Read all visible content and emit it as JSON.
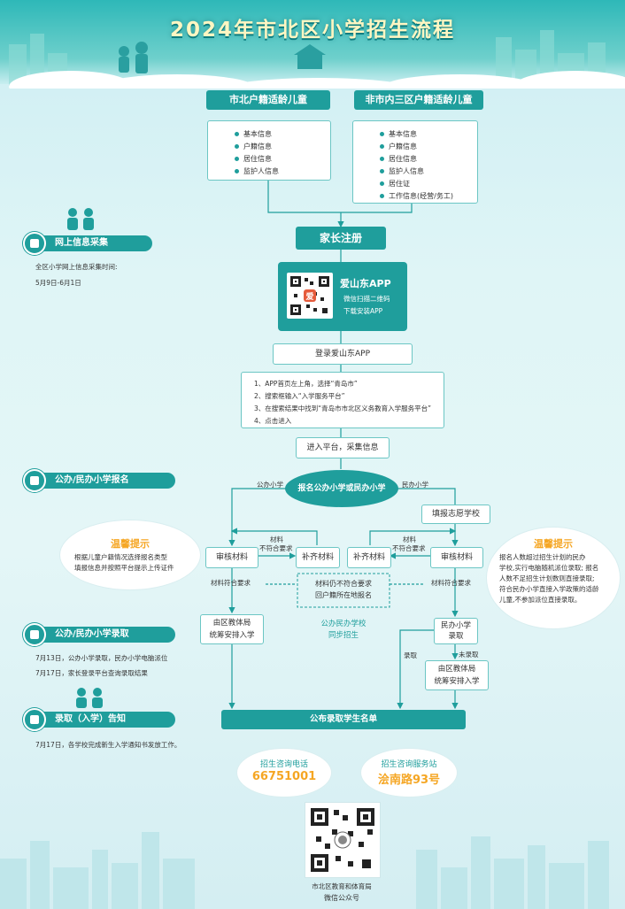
{
  "title": "2024年市北区小学招生流程",
  "groups": {
    "local": {
      "label": "市北户籍适龄儿童",
      "items": [
        "基本信息",
        "户籍信息",
        "居住信息",
        "监护人信息"
      ]
    },
    "nonlocal": {
      "label": "非市内三区户籍适龄儿童",
      "items": [
        "基本信息",
        "户籍信息",
        "居住信息",
        "监护人信息",
        "居住证",
        "工作信息(经营/务工)"
      ]
    }
  },
  "parent_register": "家长注册",
  "app": {
    "name": "爱山东APP",
    "line1": "微信扫描二维码",
    "line2": "下载安装APP",
    "qr_badge": "爱"
  },
  "login": "登录爱山东APP",
  "steps": [
    "1、APP首页左上角，选择“青岛市”",
    "2、搜索框输入“入学服务平台”",
    "3、在搜索结果中找到“青岛市市北区义务教育入学服务平台”",
    "4、点击进入"
  ],
  "enter_platform": "进入平台，采集信息",
  "choose": "报名公办小学或民办小学",
  "public_label": "公办小学",
  "private_label": "民办小学",
  "fill_private": "填报志愿学校",
  "review_left": "审核材料",
  "supplement_left": "补齐材料",
  "supplement_right": "补齐材料",
  "review_right": "审核材料",
  "mat_not_ok_l1": "材料",
  "mat_not_ok_l2": "不符合要求",
  "mat_not_ok_r1": "材料",
  "mat_not_ok_r2": "不符合要求",
  "mat_ok_left": "材料符合要求",
  "mat_ok_right": "材料符合要求",
  "mat_still": {
    "l1": "材料仍不符合要求",
    "l2": "回户籍所在地报名"
  },
  "sync": {
    "l1": "公办民办学校",
    "l2": "同步招生"
  },
  "edu_left": {
    "l1": "由区教体局",
    "l2": "统筹安排入学"
  },
  "private_admit": {
    "l1": "民办小学",
    "l2": "录取"
  },
  "admitted": "录取",
  "not_admitted": "未录取",
  "edu_right": {
    "l1": "由区教体局",
    "l2": "统筹安排入学"
  },
  "publish": "公布录取学生名单",
  "tips_left": {
    "title": "温馨提示",
    "lines": [
      "根据儿童户籍情况选择报名类型",
      "填报信息并按照平台提示上传证件"
    ]
  },
  "tips_right": {
    "title": "温馨提示",
    "lines": [
      "报名人数超过招生计划的民办",
      "学校,实行电脑随机派位录取; 报名",
      "人数不足招生计划数则直接录取;",
      "符合民办小学直接入学政策的适龄",
      "儿童,不参加派位直接录取。"
    ]
  },
  "sections": [
    {
      "label": "网上信息采集",
      "lines": [
        "全区小学网上信息采集时间:",
        "5月9日-6月1日"
      ]
    },
    {
      "label": "公办/民办小学报名",
      "lines": []
    },
    {
      "label": "公办/民办小学录取",
      "lines": [
        "7月13日，公办小学录取，民办小学电脑派位",
        "7月17日，家长登录平台查询录取结果"
      ]
    },
    {
      "label": "录取（入学）告知",
      "lines": [
        "7月17日，各学校完成新生入学通知书发放工作。"
      ]
    }
  ],
  "contact": {
    "phone_label": "招生咨询电话",
    "phone": "66751001",
    "office_label": "招生咨询服务站",
    "office": "浍南路93号"
  },
  "footer": {
    "org": "市北区教育和体育局",
    "account": "微信公众号"
  },
  "colors": {
    "primary": "#1f9e9c",
    "accent": "#f5a623",
    "bg": "#dff5f6"
  }
}
